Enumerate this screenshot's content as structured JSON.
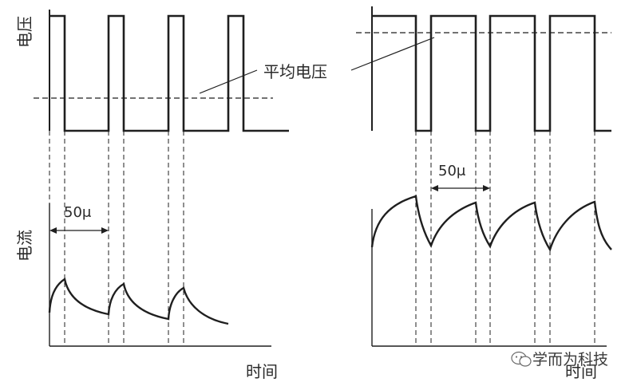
{
  "labels": {
    "voltage": "电压",
    "current": "电流",
    "avg_voltage": "平均电压",
    "time_left": "时间",
    "time_right": "时间",
    "period_left": "50μ",
    "period_right": "50μ"
  },
  "watermark": {
    "text": "学而为科技",
    "icon": "wechat-icon"
  },
  "colors": {
    "line": "#1f1f1f",
    "background": "#ffffff"
  }
}
